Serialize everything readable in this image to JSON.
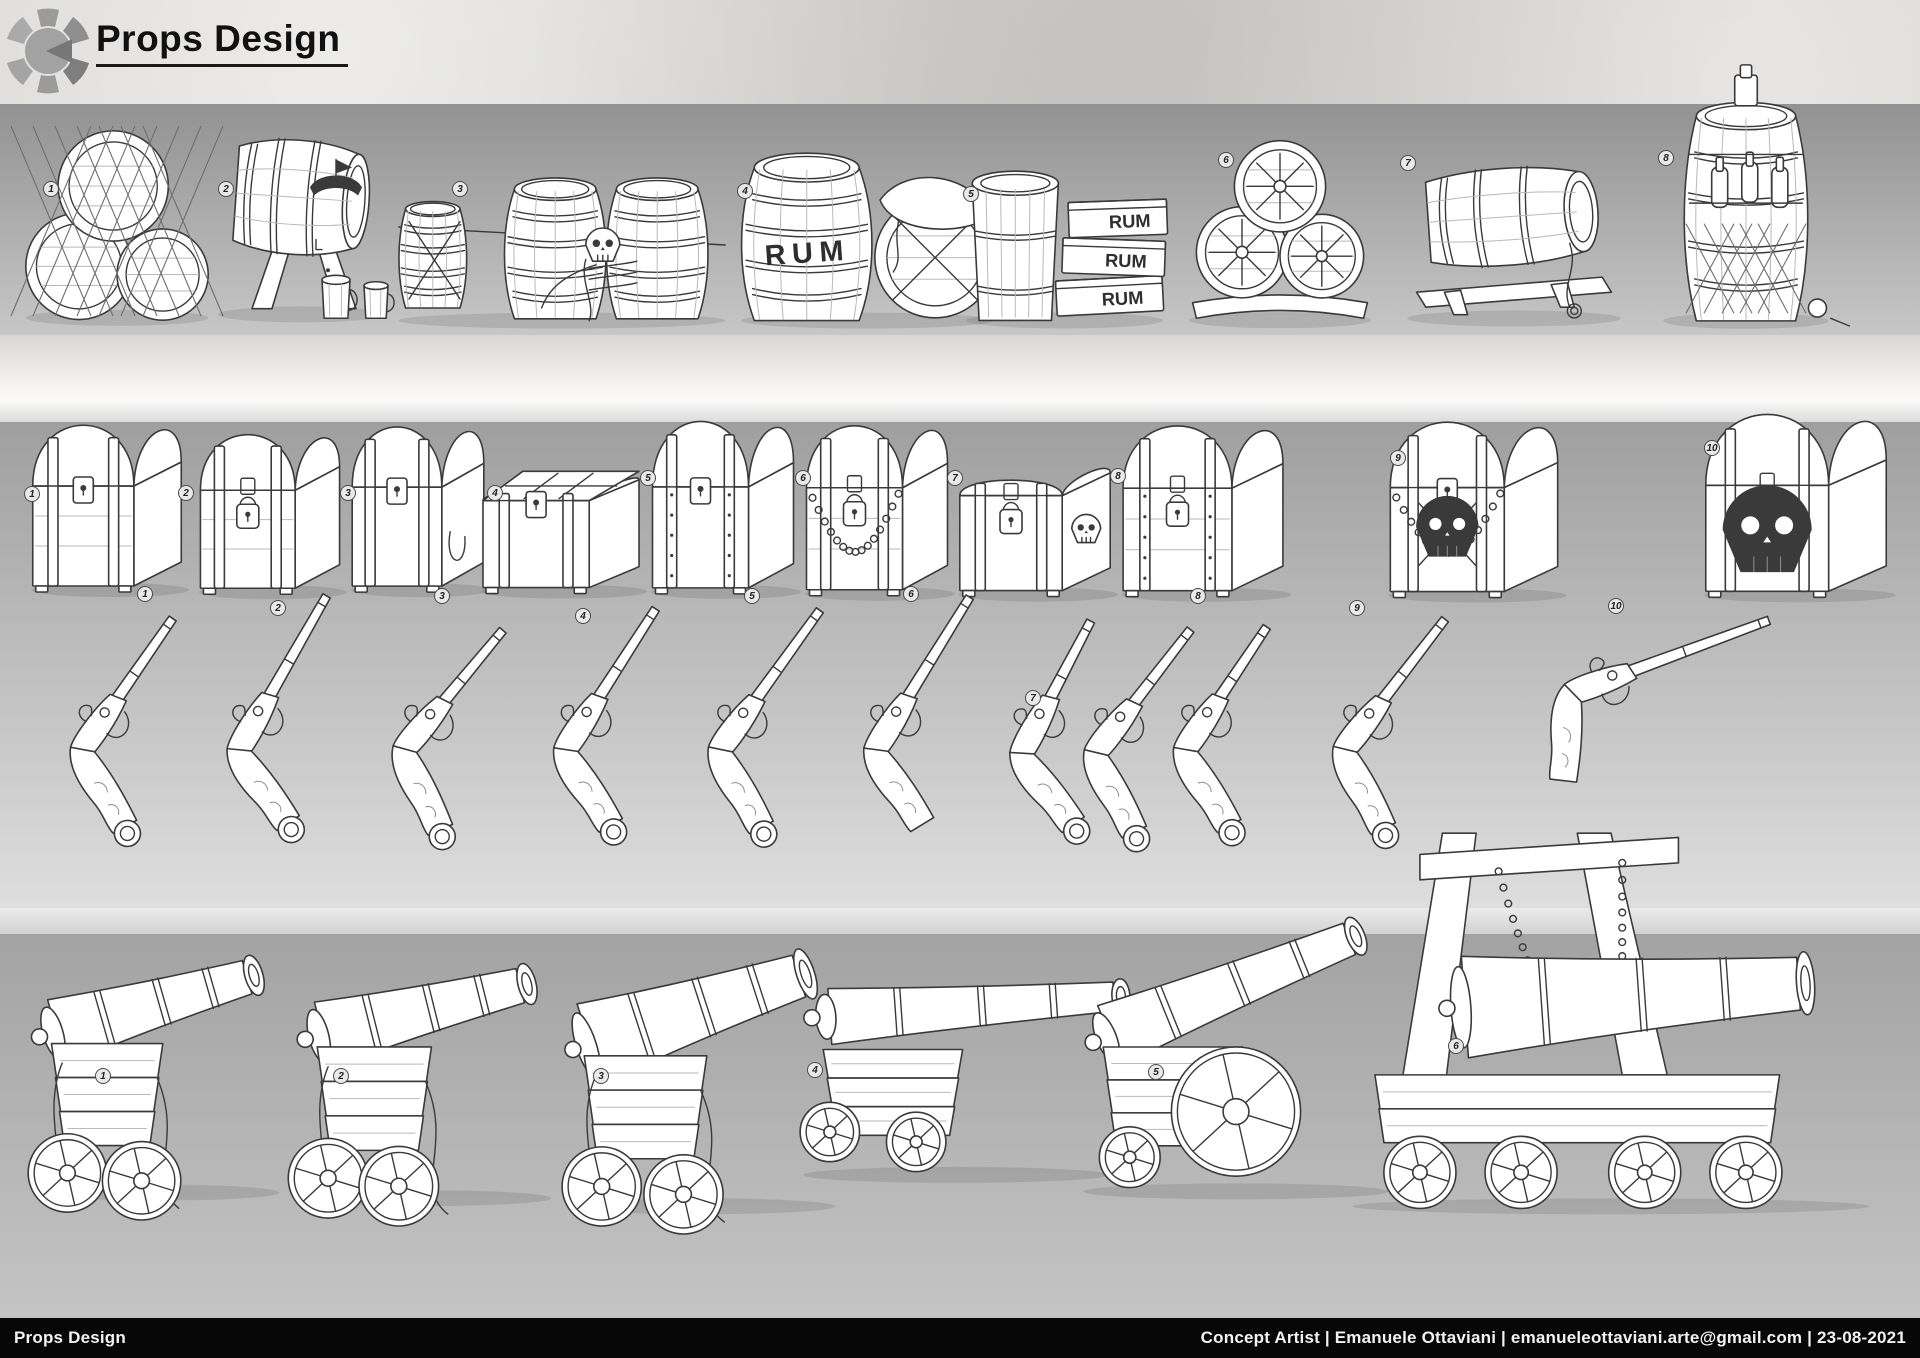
{
  "header": {
    "title": "Props Design",
    "logo": "segmented-wheel-logo"
  },
  "footer": {
    "left": "Props Design",
    "right": "Concept Artist | Emanuele Ottaviani | emanueleottaviani.arte@gmail.com | 23-08-2021"
  },
  "artwork": {
    "rum_label": "RUM"
  },
  "rows": [
    {
      "name": "barrels",
      "items": [
        {
          "num": "1",
          "kind": "barrel-stack-in-net"
        },
        {
          "num": "2",
          "kind": "barrel-on-tap-stand-with-mugs"
        },
        {
          "num": "3",
          "kind": "roped-barrels-with-skeleton"
        },
        {
          "num": "4",
          "kind": "rum-barrel-and-draped-barrel"
        },
        {
          "num": "5",
          "kind": "tankard-and-rum-crates"
        },
        {
          "num": "6",
          "kind": "barrel-trio-on-plank"
        },
        {
          "num": "7",
          "kind": "barrel-on-sled"
        },
        {
          "num": "8",
          "kind": "bottle-rack-barrel"
        }
      ]
    },
    {
      "name": "chests",
      "items": [
        {
          "num": "1",
          "kind": "domed-chest-lockplate"
        },
        {
          "num": "2",
          "kind": "domed-chest-padlock"
        },
        {
          "num": "3",
          "kind": "domed-chest-rope-handles"
        },
        {
          "num": "4",
          "kind": "flat-chest"
        },
        {
          "num": "5",
          "kind": "domed-chest-studded"
        },
        {
          "num": "6",
          "kind": "domed-chest-chained"
        },
        {
          "num": "7",
          "kind": "box-chest-skull-padlock"
        },
        {
          "num": "8",
          "kind": "domed-chest-banded"
        },
        {
          "num": "9",
          "kind": "jolly-roger-chest"
        },
        {
          "num": "10",
          "kind": "skull-front-chest"
        }
      ]
    },
    {
      "name": "pistols",
      "items": [
        {
          "num": "1",
          "kind": "flintlock-pistol"
        },
        {
          "num": "2",
          "kind": "flintlock-pistol-long"
        },
        {
          "num": "3",
          "kind": "flintlock-pistol-curved"
        },
        {
          "num": "4",
          "kind": "flintlock-pistol-ornate"
        },
        {
          "num": "5",
          "kind": "flintlock-pistol-engraved"
        },
        {
          "num": "6",
          "kind": "flintlock-pistol-slim"
        },
        {
          "num": "7",
          "kind": "flintlock-pistol-pair"
        },
        {
          "num": "8",
          "kind": "flintlock-pistol-short"
        },
        {
          "num": "9",
          "kind": "flintlock-pistol-ball-pommel"
        },
        {
          "num": "10",
          "kind": "flintlock-pistol-diagonal"
        }
      ]
    },
    {
      "name": "cannons",
      "items": [
        {
          "num": "1",
          "kind": "naval-cannon-carriage"
        },
        {
          "num": "2",
          "kind": "naval-cannon-roped"
        },
        {
          "num": "3",
          "kind": "naval-cannon-large"
        },
        {
          "num": "4",
          "kind": "naval-cannon-horizontal"
        },
        {
          "num": "5",
          "kind": "field-cannon-big-wheel"
        },
        {
          "num": "6",
          "kind": "cannon-hoist-cart"
        }
      ]
    }
  ]
}
